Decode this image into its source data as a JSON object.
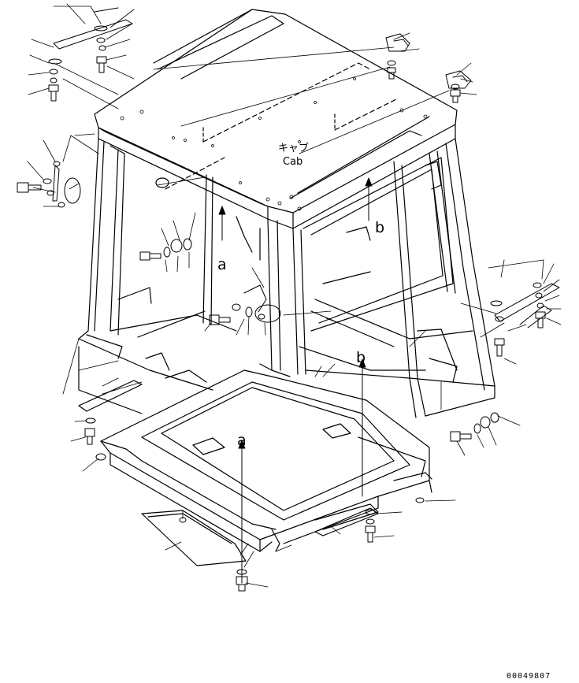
{
  "cab_label_jp": "キャブ",
  "cab_label_en": "Cab",
  "view_marker_a": "a",
  "view_marker_b": "b",
  "drawing_number": "00049807"
}
